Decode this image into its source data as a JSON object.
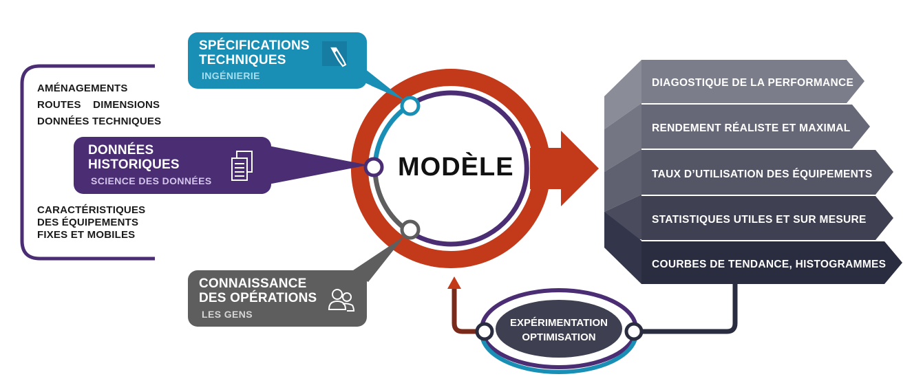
{
  "left_panel": {
    "top_lines": [
      "AMÉNAGEMENTS",
      "ROUTES    DIMENSIONS",
      "DONNÉES TECHNIQUES"
    ],
    "bottom_lines": [
      "CARACTÉRISTIQUES",
      "DES ÉQUIPEMENTS",
      "FIXES ET MOBILES"
    ]
  },
  "callouts": {
    "specs": {
      "title_line1": "SPÉCIFICATIONS",
      "title_line2": "TECHNIQUES",
      "subtitle": "INGÉNIERIE",
      "icon": "screwdriver-icon",
      "color": "#1a8fb5"
    },
    "history": {
      "title_line1": "DONNÉES",
      "title_line2": "HISTORIQUES",
      "subtitle": "SCIENCE DES DONNÉES",
      "icon": "documents-icon",
      "color": "#4a2d73"
    },
    "operations": {
      "title_line1": "CONNAISSANCE",
      "title_line2": "DES OPÉRATIONS",
      "subtitle": "LES GENS",
      "icon": "people-icon",
      "color": "#5e5e5e"
    }
  },
  "center": {
    "label": "MODÈLE",
    "ring_color": "#c23a1a",
    "inner_ring_color": "#4a2d73"
  },
  "outputs": [
    {
      "label": "DIAGOSTIQUE DE LA PERFORMANCE",
      "color": "#7b7d8a"
    },
    {
      "label": "RENDEMENT RÉALISTE ET MAXIMAL",
      "color": "#666877"
    },
    {
      "label": "TAUX D’UTILISATION DES ÉQUIPEMENTS",
      "color": "#545666"
    },
    {
      "label": "STATISTIQUES UTILES ET SUR MESURE",
      "color": "#3f4153"
    },
    {
      "label": "COURBES DE TENDANCE, HISTOGRAMMES",
      "color": "#2a2c3f"
    }
  ],
  "feedback_loop": {
    "line1": "EXPÉRIMENTATION",
    "line2": "OPTIMISATION"
  }
}
